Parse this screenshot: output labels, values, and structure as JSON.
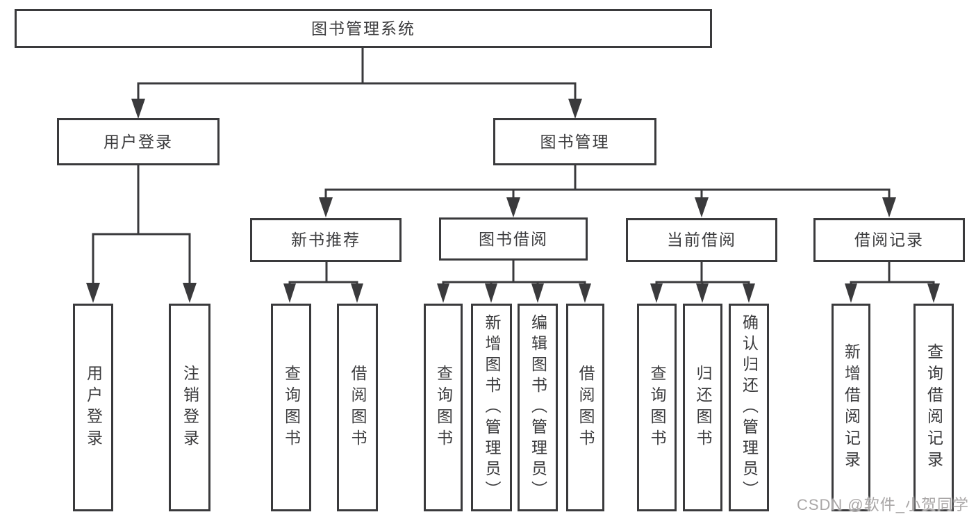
{
  "diagram": {
    "tree": {
      "label": "图书管理系统",
      "children": [
        {
          "label": "用户登录",
          "children": [
            {
              "label": "用户登录"
            },
            {
              "label": "注销登录"
            }
          ]
        },
        {
          "label": "图书管理",
          "children": [
            {
              "label": "新书推荐",
              "children": [
                {
                  "label": "查询图书"
                },
                {
                  "label": "借阅图书"
                }
              ]
            },
            {
              "label": "图书借阅",
              "children": [
                {
                  "label": "查询图书"
                },
                {
                  "label": "新增图书（管理员）"
                },
                {
                  "label": "编辑图书（管理员）"
                },
                {
                  "label": "借阅图书"
                }
              ]
            },
            {
              "label": "当前借阅",
              "children": [
                {
                  "label": "查询图书"
                },
                {
                  "label": "归还图书"
                },
                {
                  "label": "确认归还（管理员）"
                }
              ]
            },
            {
              "label": "借阅记录",
              "children": [
                {
                  "label": "新增借阅记录"
                },
                {
                  "label": "查询借阅记录"
                }
              ]
            }
          ]
        }
      ]
    },
    "colors": {
      "line": "#3a3a3c",
      "box_border": "#3a3a3c",
      "text": "#3b3b3d",
      "background": "#ffffff",
      "watermark": "#aaa7a7"
    }
  },
  "watermark": {
    "text": "CSDN @软件_小贺同学"
  }
}
